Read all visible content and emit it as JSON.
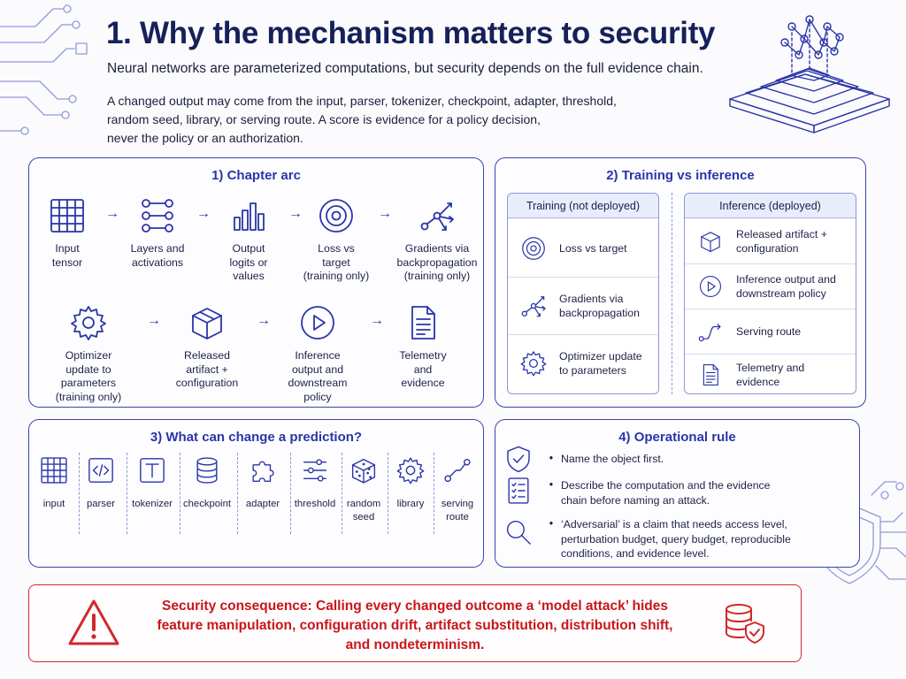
{
  "header": {
    "title": "1. Why the mechanism matters to security",
    "subtitle": "Neural networks are parameterized computations, but security depends on the full evidence chain.",
    "intro": [
      "A changed output may come from the input, parser, tokenizer, checkpoint, adapter, threshold,",
      "random seed, library, or serving route. A score is evidence for a policy decision,",
      "never the policy or an authorization."
    ]
  },
  "chapter_arc": {
    "title": "1) Chapter arc",
    "row1": [
      {
        "icon": "grid-icon",
        "label": [
          "Input",
          "tensor"
        ]
      },
      {
        "icon": "layers-icon",
        "label": [
          "Layers and",
          "activations"
        ]
      },
      {
        "icon": "bar-chart-icon",
        "label": [
          "Output",
          "logits or",
          "values"
        ]
      },
      {
        "icon": "target-icon",
        "label": [
          "Loss vs",
          "target",
          "(training only)"
        ]
      },
      {
        "icon": "branch-arrows-icon",
        "label": [
          "Gradients via",
          "backpropagation",
          "(training only)"
        ]
      }
    ],
    "row2": [
      {
        "icon": "gear-icon",
        "label": [
          "Optimizer",
          "update to",
          "parameters",
          "(training only)"
        ]
      },
      {
        "icon": "box-icon",
        "label": [
          "Released",
          "artifact +",
          "configuration"
        ]
      },
      {
        "icon": "play-icon",
        "label": [
          "Inference",
          "output and",
          "downstream",
          "policy"
        ]
      },
      {
        "icon": "document-icon",
        "label": [
          "Telemetry",
          "and",
          "evidence"
        ]
      }
    ],
    "arrow": "→"
  },
  "training_inference": {
    "title": "2) Training vs inference",
    "training": {
      "header": "Training (not deployed)",
      "rows": [
        {
          "icon": "target-icon",
          "text": [
            "Loss vs target"
          ]
        },
        {
          "icon": "branch-arrows-icon",
          "text": [
            "Gradients via",
            "backpropagation"
          ]
        },
        {
          "icon": "gear-icon",
          "text": [
            "Optimizer update",
            "to parameters"
          ]
        }
      ]
    },
    "inference": {
      "header": "Inference (deployed)",
      "rows": [
        {
          "icon": "box-icon",
          "text": [
            "Released artifact +",
            "configuration"
          ]
        },
        {
          "icon": "play-icon",
          "text": [
            "Inference output and",
            "downstream policy"
          ]
        },
        {
          "icon": "route-icon",
          "text": [
            "Serving route"
          ]
        },
        {
          "icon": "document-icon",
          "text": [
            "Telemetry and",
            "evidence"
          ]
        }
      ]
    }
  },
  "what_can_change": {
    "title": "3) What can change a prediction?",
    "items": [
      {
        "icon": "grid-icon",
        "label": [
          "input"
        ]
      },
      {
        "icon": "code-icon",
        "label": [
          "parser"
        ]
      },
      {
        "icon": "text-t-icon",
        "label": [
          "tokenizer"
        ]
      },
      {
        "icon": "database-icon",
        "label": [
          "checkpoint"
        ]
      },
      {
        "icon": "puzzle-icon",
        "label": [
          "adapter"
        ]
      },
      {
        "icon": "sliders-icon",
        "label": [
          "threshold"
        ]
      },
      {
        "icon": "dice-icon",
        "label": [
          "random",
          "seed"
        ]
      },
      {
        "icon": "gear-icon",
        "label": [
          "library"
        ]
      },
      {
        "icon": "route-icon",
        "label": [
          "serving",
          "route"
        ]
      }
    ]
  },
  "operational_rule": {
    "title": "4) Operational rule",
    "bullet": "•",
    "items": [
      {
        "icon": "shield-check-icon",
        "text": [
          "Name the object first."
        ]
      },
      {
        "icon": "checklist-icon",
        "text": [
          "Describe the computation and the evidence",
          "chain before naming an attack."
        ]
      },
      {
        "icon": "magnifier-icon",
        "text": [
          "‘Adversarial’ is a claim that needs access level,",
          "perturbation budget, query budget, reproducible",
          "conditions, and evidence level."
        ]
      }
    ]
  },
  "consequence": {
    "lines": [
      "Security consequence: Calling every changed outcome a ‘model attack’ hides",
      "feature manipulation, configuration drift, artifact substitution, distribution shift,",
      "and nondeterminism."
    ],
    "colors": {
      "accent": "#c8161c",
      "primary": "#2a35a8"
    }
  }
}
